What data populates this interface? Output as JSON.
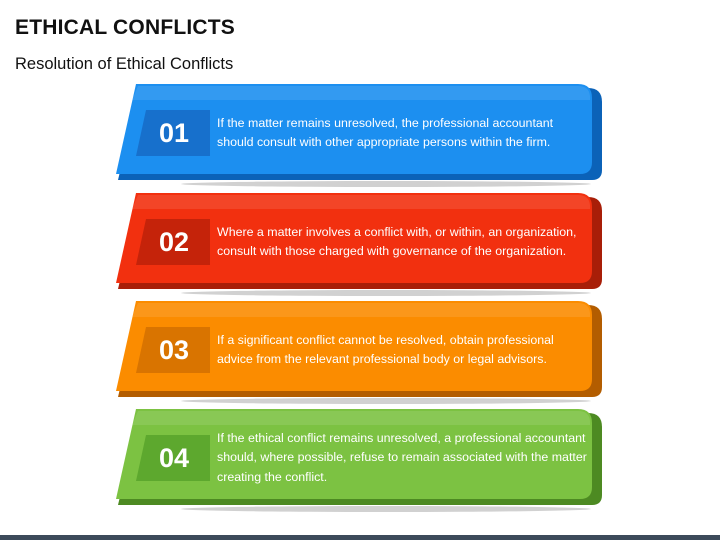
{
  "title": "ETHICAL CONFLICTS",
  "subtitle": "Resolution of Ethical Conflicts",
  "items": [
    {
      "number": "01",
      "text": "If the matter remains unresolved, the professional accountant should consult with other appropriate persons within the firm.",
      "color": "#1c8ff0",
      "dark": "#0b62b8",
      "badge": "#1770cc"
    },
    {
      "number": "02",
      "text": "Where a matter involves a conflict with, or within, an organization, consult with those charged with governance of the organization.",
      "color": "#f2300f",
      "dark": "#a81e08",
      "badge": "#c5230a"
    },
    {
      "number": "03",
      "text": "If a significant conflict cannot be resolved, obtain professional advice from the relevant professional body or legal advisors.",
      "color": "#fb8c00",
      "dark": "#b35d00",
      "badge": "#d97400"
    },
    {
      "number": "04",
      "text": "If the ethical conflict remains unresolved, a professional accountant should, where possible, refuse to remain associated with the matter creating the conflict.",
      "color": "#7cc242",
      "dark": "#4d8a22",
      "badge": "#5da82e"
    }
  ]
}
